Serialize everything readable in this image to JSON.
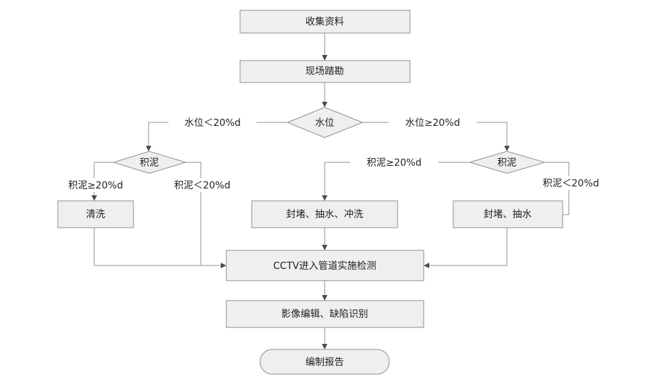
{
  "nodes": {
    "collect": "收集资料",
    "survey": "现场踏勘",
    "water": "水位",
    "sludge_left": "积泥",
    "sludge_right": "积泥",
    "clean": "清洗",
    "seal_pump_flush": "封堵、抽水、冲洗",
    "seal_pump": "封堵、抽水",
    "cctv": "CCTV进入管道实施检测",
    "image_edit": "影像编辑、缺陷识别",
    "report": "编制报告"
  },
  "edges": {
    "water_low": "水位＜20%d",
    "water_high": "水位≥20%d",
    "left_sludge_high": "积泥≥20%d",
    "left_sludge_low": "积泥＜20%d",
    "right_sludge_high": "积泥≥20%d",
    "right_sludge_low": "积泥＜20%d"
  }
}
